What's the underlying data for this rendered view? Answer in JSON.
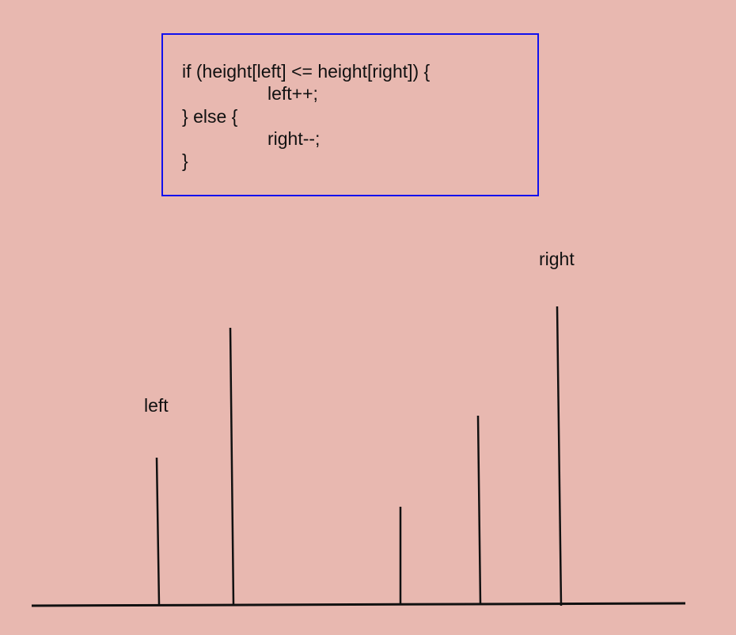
{
  "code": {
    "lines": [
      "if (height[left] <= height[right]) {",
      "left++;",
      "} else {",
      "right--;",
      "}"
    ]
  },
  "labels": {
    "left": "left",
    "right": "right"
  },
  "colors": {
    "background": "#e8b8b0",
    "box_border": "#1010ee",
    "ink": "#111111"
  }
}
